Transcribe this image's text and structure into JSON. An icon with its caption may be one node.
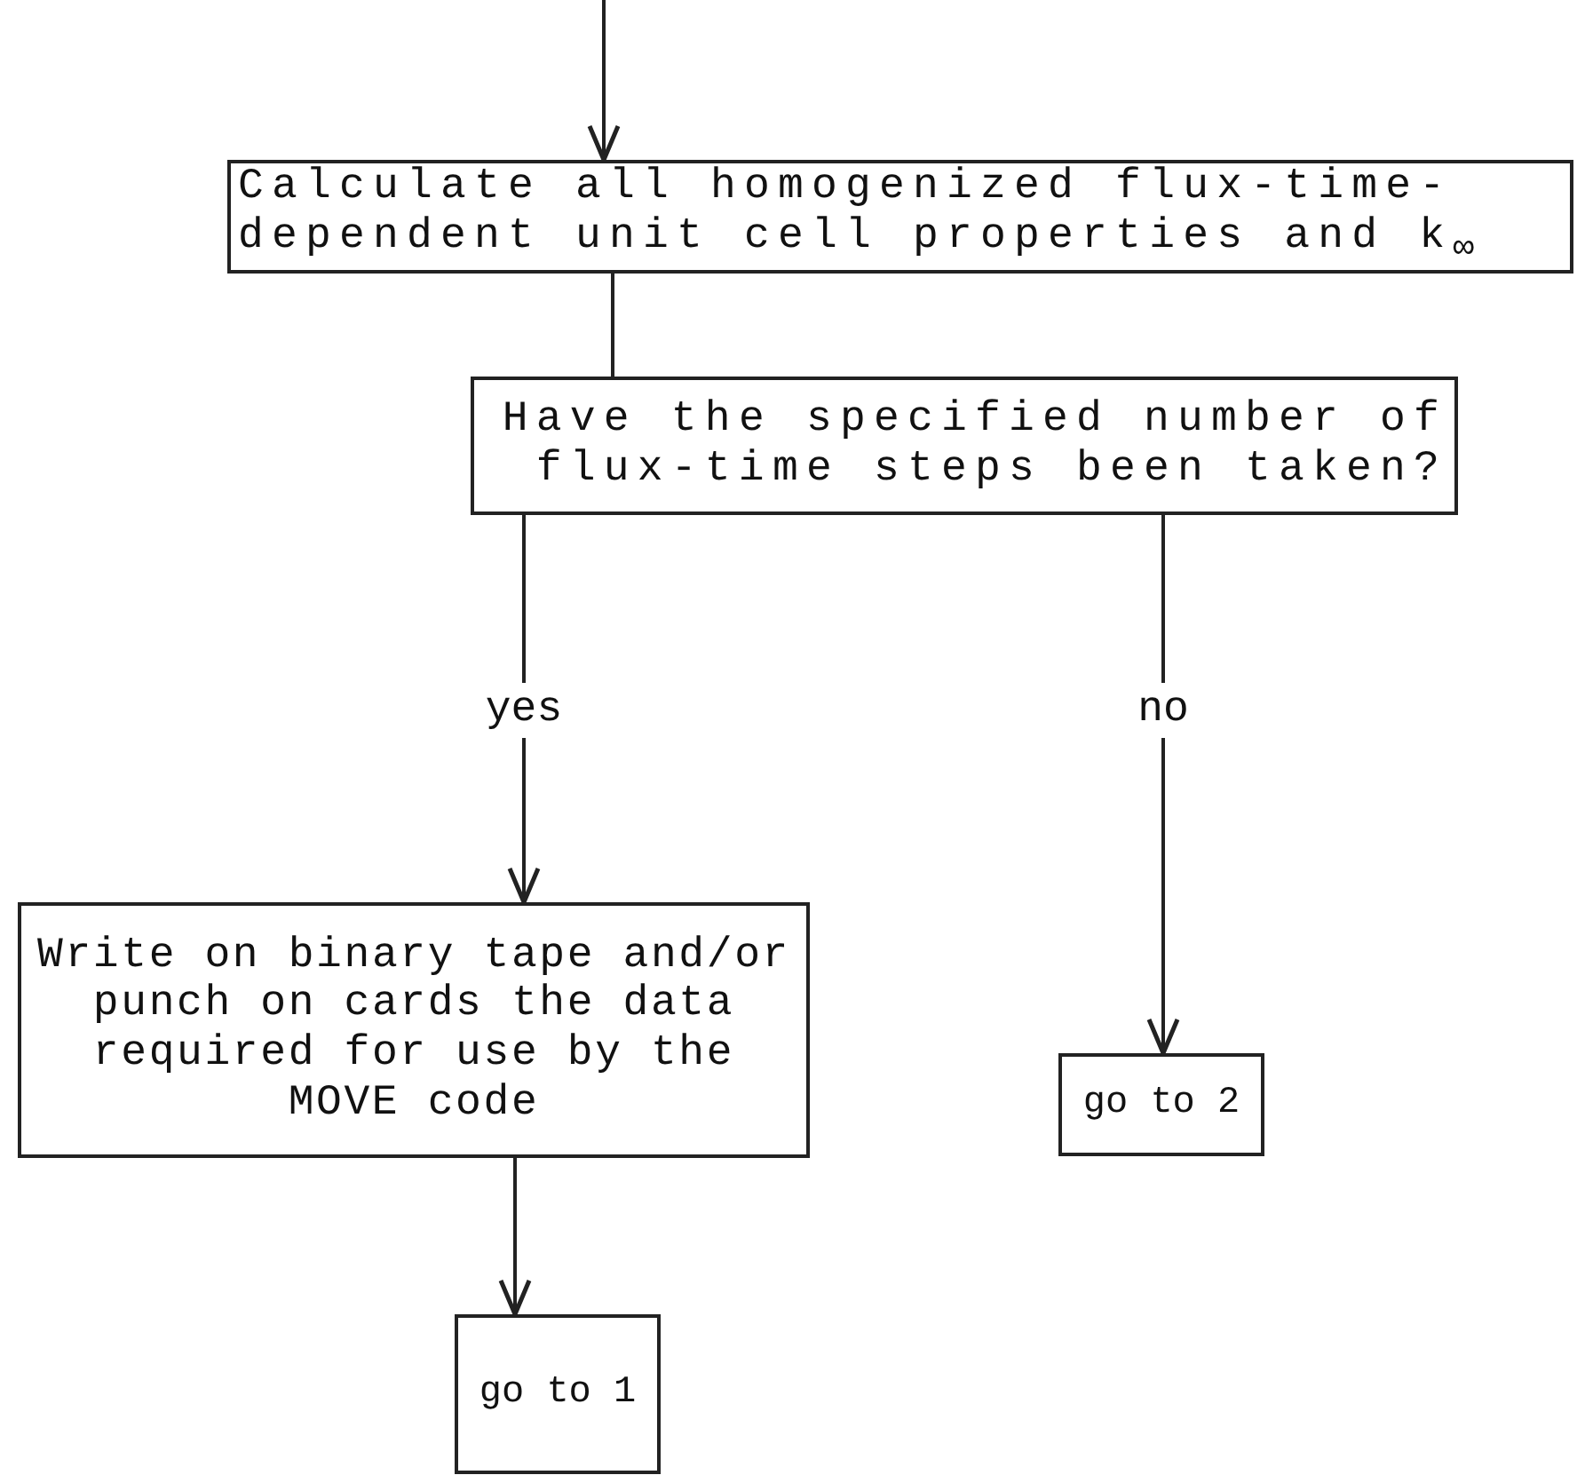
{
  "diagram": {
    "nodes": [
      {
        "text": [
          "Calculate all homogenized flux-time-dependent unit cell properties and k$_{∞}$"
        ]
      },
      {
        "text": [
          "Have the specified number of flux-time steps been taken?"
        ]
      },
      {
        "text": [
          "Write on binary tape and/or punch on cards the data required for use by the MOVE code"
        ]
      },
      {
        "text": [
          "go to 2"
        ]
      },
      {
        "text": [
          "go to 1"
        ]
      }
    ],
    "edges": [
      {
        "from": null,
        "to": 0,
        "arrow": "to"
      },
      {
        "from": 0,
        "to": 1,
        "arrow": "none"
      },
      {
        "from": 1,
        "to": 2,
        "arrow": "to",
        "label": "yes"
      },
      {
        "from": 1,
        "to": 3,
        "arrow": "to",
        "label": "no"
      },
      {
        "from": 2,
        "to": 4,
        "arrow": "to"
      }
    ]
  }
}
